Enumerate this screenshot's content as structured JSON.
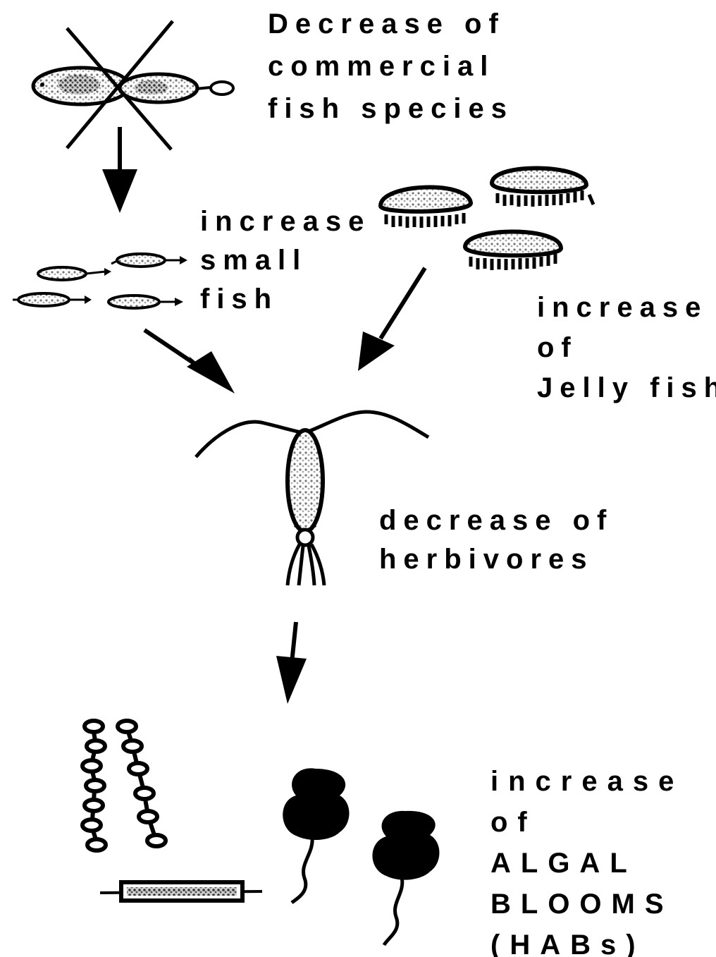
{
  "labels": {
    "commercial_fish": [
      "Decrease of",
      "commercial",
      "fish species"
    ],
    "small_fish": [
      "increase",
      "small",
      "fish"
    ],
    "jellyfish": [
      "increase",
      "of",
      "Jelly fish"
    ],
    "herbivores": [
      "decrease of",
      "herbivores"
    ],
    "algal_blooms": [
      "increase",
      "of",
      "ALGAL",
      "BLOOMS",
      "(HABs)"
    ]
  },
  "colors": {
    "ink": "#000000",
    "background": "#ffffff",
    "shade": "#9a9a9a"
  }
}
